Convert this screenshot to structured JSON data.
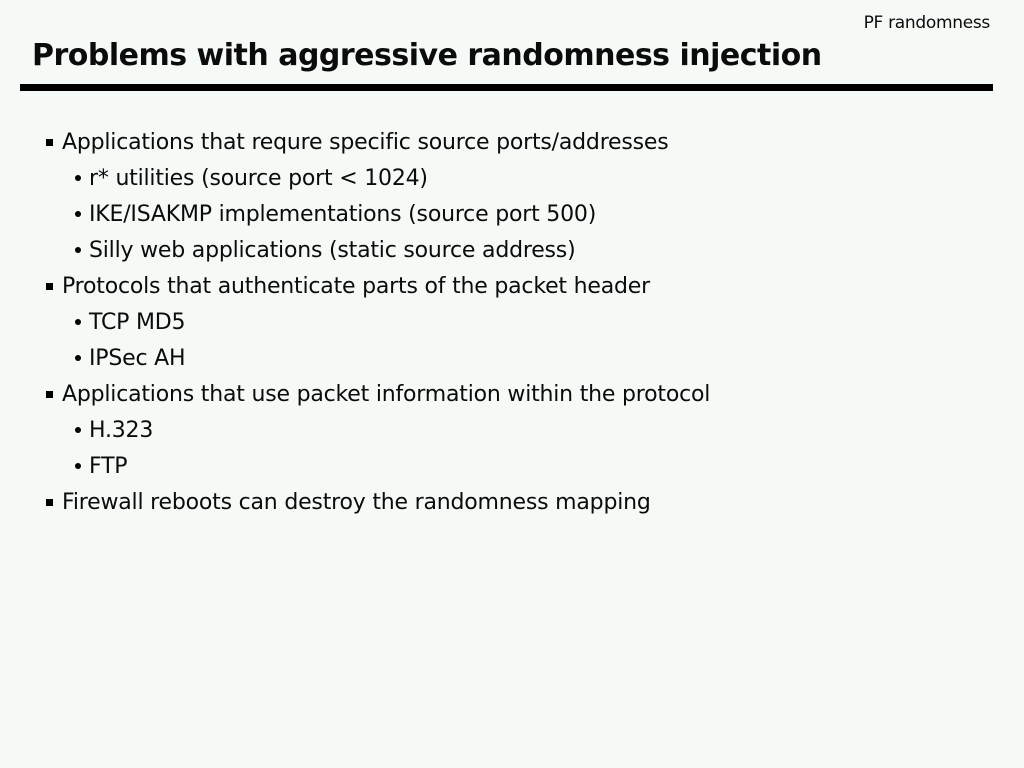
{
  "slide": {
    "corner_label": "PF randomness",
    "title": "Problems with aggressive randomness injection",
    "bullets": [
      {
        "text": "Applications that requre specific source ports/addresses",
        "sub": [
          "r* utilities (source port < 1024)",
          "IKE/ISAKMP implementations (source port 500)",
          "Silly web applications (static source address)"
        ]
      },
      {
        "text": "Protocols that authenticate parts of the packet header",
        "sub": [
          "TCP MD5",
          "IPSec AH"
        ]
      },
      {
        "text": "Applications that use packet information within the protocol",
        "sub": [
          "H.323",
          "FTP"
        ]
      },
      {
        "text": "Firewall reboots can destroy the randomness mapping",
        "sub": []
      }
    ],
    "colors": {
      "background": "#f5faf6",
      "text": "#0b0b0b",
      "rule": "#000000"
    }
  }
}
